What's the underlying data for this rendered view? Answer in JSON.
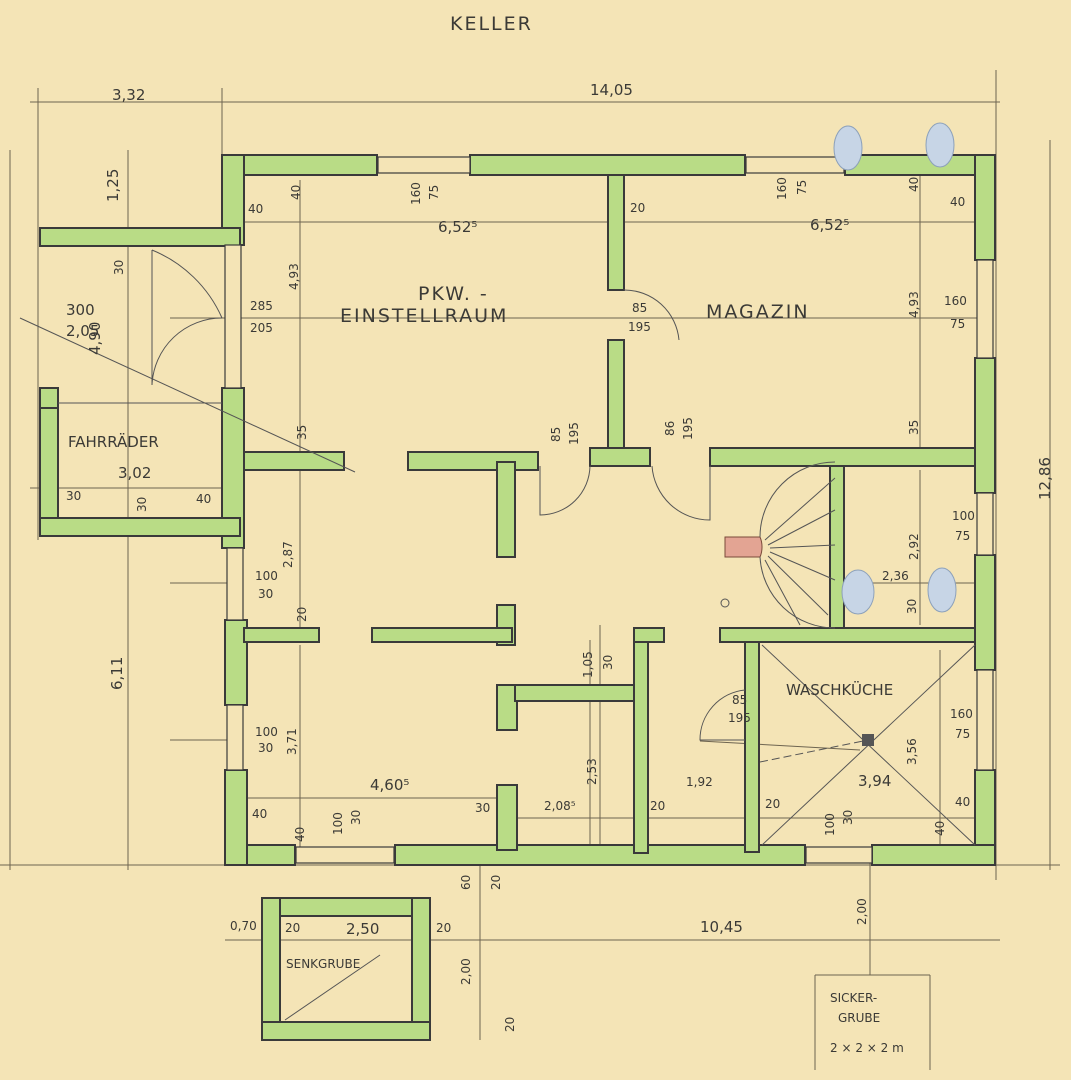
{
  "plan": {
    "title": "KELLER",
    "rooms": {
      "pkw": "PKW. -",
      "pkw2": "EINSTELLRAUM",
      "magazin": "MAGAZIN",
      "fahrraeder": "FAHRRÄDER",
      "waschkueche": "WASCHKÜCHE",
      "senkgrube": "SENKGRUBE",
      "sickergrube1": "SICKER-",
      "sickergrube2": "GRUBE",
      "sickergrube3": "2 × 2 × 2 m"
    },
    "dims": {
      "d332": "3,32",
      "d1405": "14,05",
      "d125": "1,25",
      "d30a": "30",
      "d300": "300",
      "d205a": "2,05",
      "d490": "4,90",
      "d302": "3,02",
      "d30b": "30",
      "d30c": "30",
      "d40a": "40",
      "d40b": "40",
      "d40c": "40",
      "d6525a": "6,52⁵",
      "d6525b": "6,52⁵",
      "d20a": "20",
      "d160a": "160",
      "d75a": "75",
      "d1604": "160",
      "d754": "75",
      "d40d": "40",
      "d40e": "40",
      "d285": "285",
      "d205b": "205",
      "d493a": "4,93",
      "d85a": "85",
      "d195a": "195",
      "d493b": "4,93",
      "d160b": "160",
      "d75b": "75",
      "d35a": "35",
      "d35b": "35",
      "d85b": "85",
      "d195b": "195",
      "d85c": "86",
      "d195c": "195",
      "d287": "2,87",
      "d100a": "100",
      "d30d": "30",
      "d20b": "20",
      "d292": "2,92",
      "d100b": "100",
      "d75c": "75",
      "d236": "2,36",
      "d30e": "30",
      "d611": "6,11",
      "d105": "1,05",
      "d30f": "30",
      "d85d": "85",
      "d195d": "195",
      "d160c": "160",
      "d75d": "75",
      "d100c": "100",
      "d30g": "30",
      "d371": "3,71",
      "d4605": "4,60⁵",
      "d30h": "30",
      "d253": "2,53",
      "d2085": "2,08⁵",
      "d20c": "20",
      "d192": "1,92",
      "d20d": "20",
      "d394": "3,94",
      "d356": "3,56",
      "d40f": "40",
      "d40g": "40",
      "d40h": "40",
      "d100d": "100",
      "d30i": "30",
      "d100e": "100",
      "d30j": "30",
      "d40i": "40",
      "d1286": "12,86",
      "d60": "60",
      "d20e": "20",
      "d070": "0,70",
      "d20f": "20",
      "d250": "2,50",
      "d20g": "20",
      "d1045": "10,45",
      "d200a": "2,00",
      "d200b": "2,00",
      "d20h": "20"
    }
  }
}
